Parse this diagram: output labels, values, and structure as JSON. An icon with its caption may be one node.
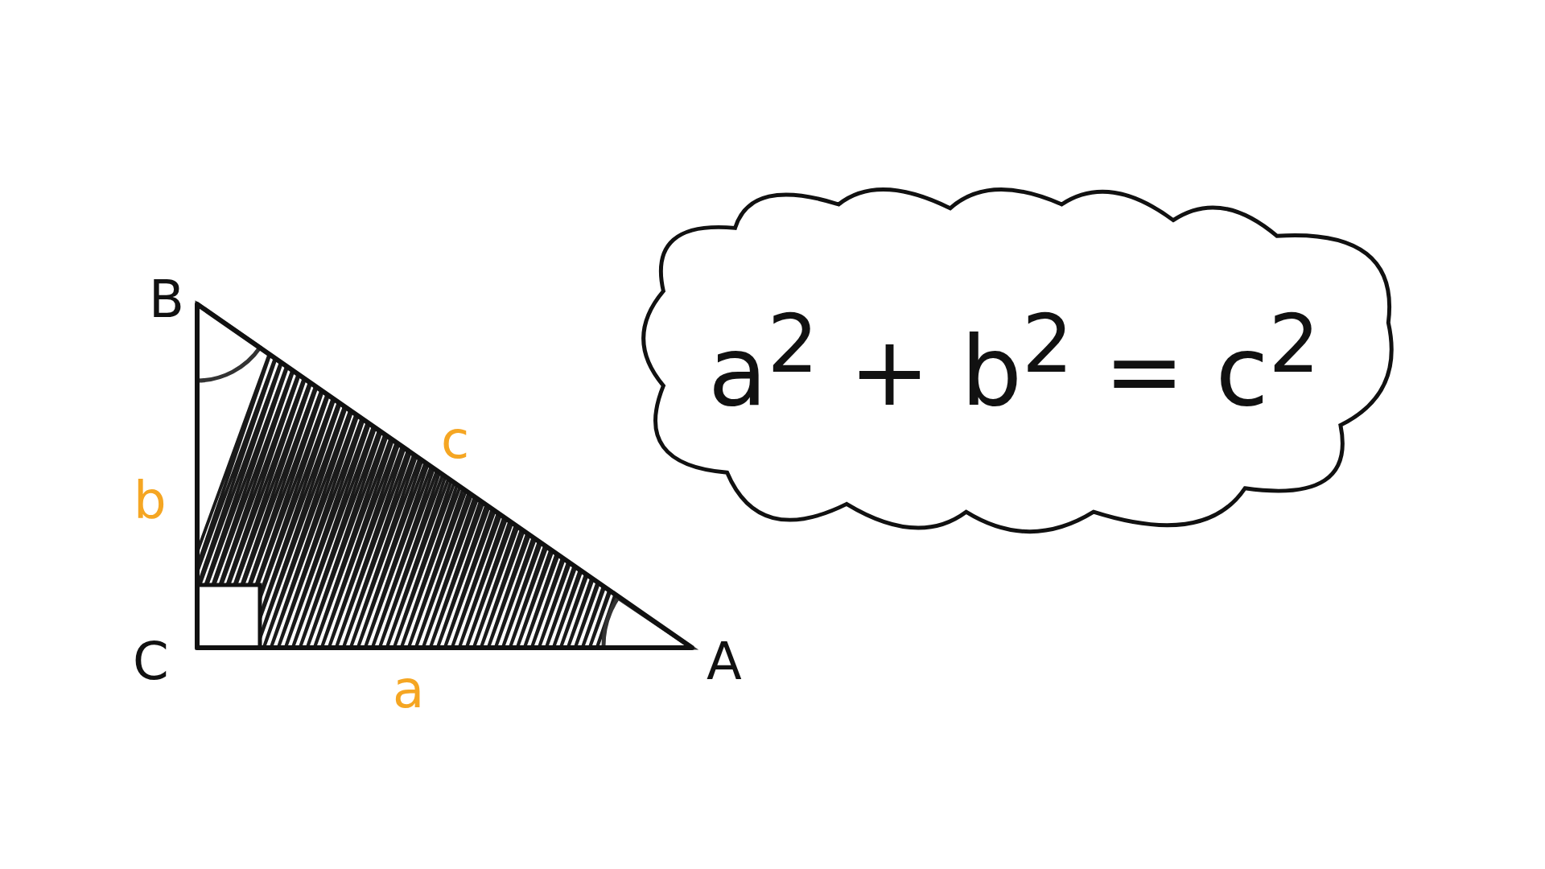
{
  "diagram": {
    "nodes": [
      {
        "text": [
          "a$^{2}$ + b$^{2}$ = c$^{2}$"
        ]
      }
    ],
    "labels": [
      "B",
      "c",
      "b",
      "C",
      "a",
      "A"
    ]
  }
}
